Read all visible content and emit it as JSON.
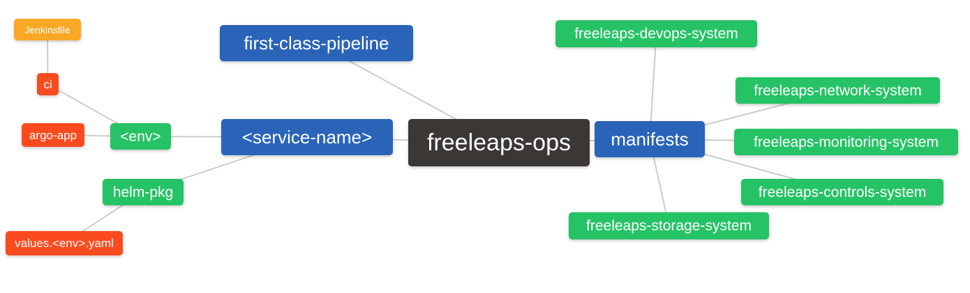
{
  "diagram": {
    "type": "mindmap",
    "root_label": "freeleaps-ops",
    "colors": {
      "root_node": "#3B3735",
      "level2_node": "#2A64B8",
      "level3_node": "#25C365",
      "level4_node": "#FA4B1F",
      "level5_node": "#F9A825",
      "edge": "#CCCCCC",
      "text": "#FFFFFF",
      "background": "#FFFFFF"
    },
    "nodes": {
      "freeleaps_ops": {
        "label": "freeleaps-ops",
        "level": "root"
      },
      "first_class_pipeline": {
        "label": "first-class-pipeline",
        "level": "blue"
      },
      "service_name": {
        "label": "<service-name>",
        "level": "blue"
      },
      "manifests": {
        "label": "manifests",
        "level": "blue"
      },
      "env": {
        "label": "<env>",
        "level": "green"
      },
      "helm_pkg": {
        "label": "helm-pkg",
        "level": "green"
      },
      "ci": {
        "label": "ci",
        "level": "red"
      },
      "argo_app": {
        "label": "argo-app",
        "level": "red"
      },
      "values_env_yaml": {
        "label": "values.<env>.yaml",
        "level": "red"
      },
      "jenkinsfile": {
        "label": "Jenkinsfile",
        "level": "orange"
      },
      "freeleaps_devops_system": {
        "label": "freeleaps-devops-system",
        "level": "green"
      },
      "freeleaps_network_system": {
        "label": "freeleaps-network-system",
        "level": "green"
      },
      "freeleaps_monitoring_system": {
        "label": "freeleaps-monitoring-system",
        "level": "green"
      },
      "freeleaps_controls_system": {
        "label": "freeleaps-controls-system",
        "level": "green"
      },
      "freeleaps_storage_system": {
        "label": "freeleaps-storage-system",
        "level": "green"
      }
    },
    "edges": [
      [
        "jenkinsfile",
        "ci"
      ],
      [
        "ci",
        "env"
      ],
      [
        "argo_app",
        "env"
      ],
      [
        "env",
        "service_name"
      ],
      [
        "helm_pkg",
        "service_name"
      ],
      [
        "values_env_yaml",
        "helm_pkg"
      ],
      [
        "first_class_pipeline",
        "freeleaps_ops"
      ],
      [
        "service_name",
        "freeleaps_ops"
      ],
      [
        "freeleaps_ops",
        "manifests"
      ],
      [
        "manifests",
        "freeleaps_devops_system"
      ],
      [
        "manifests",
        "freeleaps_network_system"
      ],
      [
        "manifests",
        "freeleaps_monitoring_system"
      ],
      [
        "manifests",
        "freeleaps_controls_system"
      ],
      [
        "manifests",
        "freeleaps_storage_system"
      ]
    ]
  }
}
